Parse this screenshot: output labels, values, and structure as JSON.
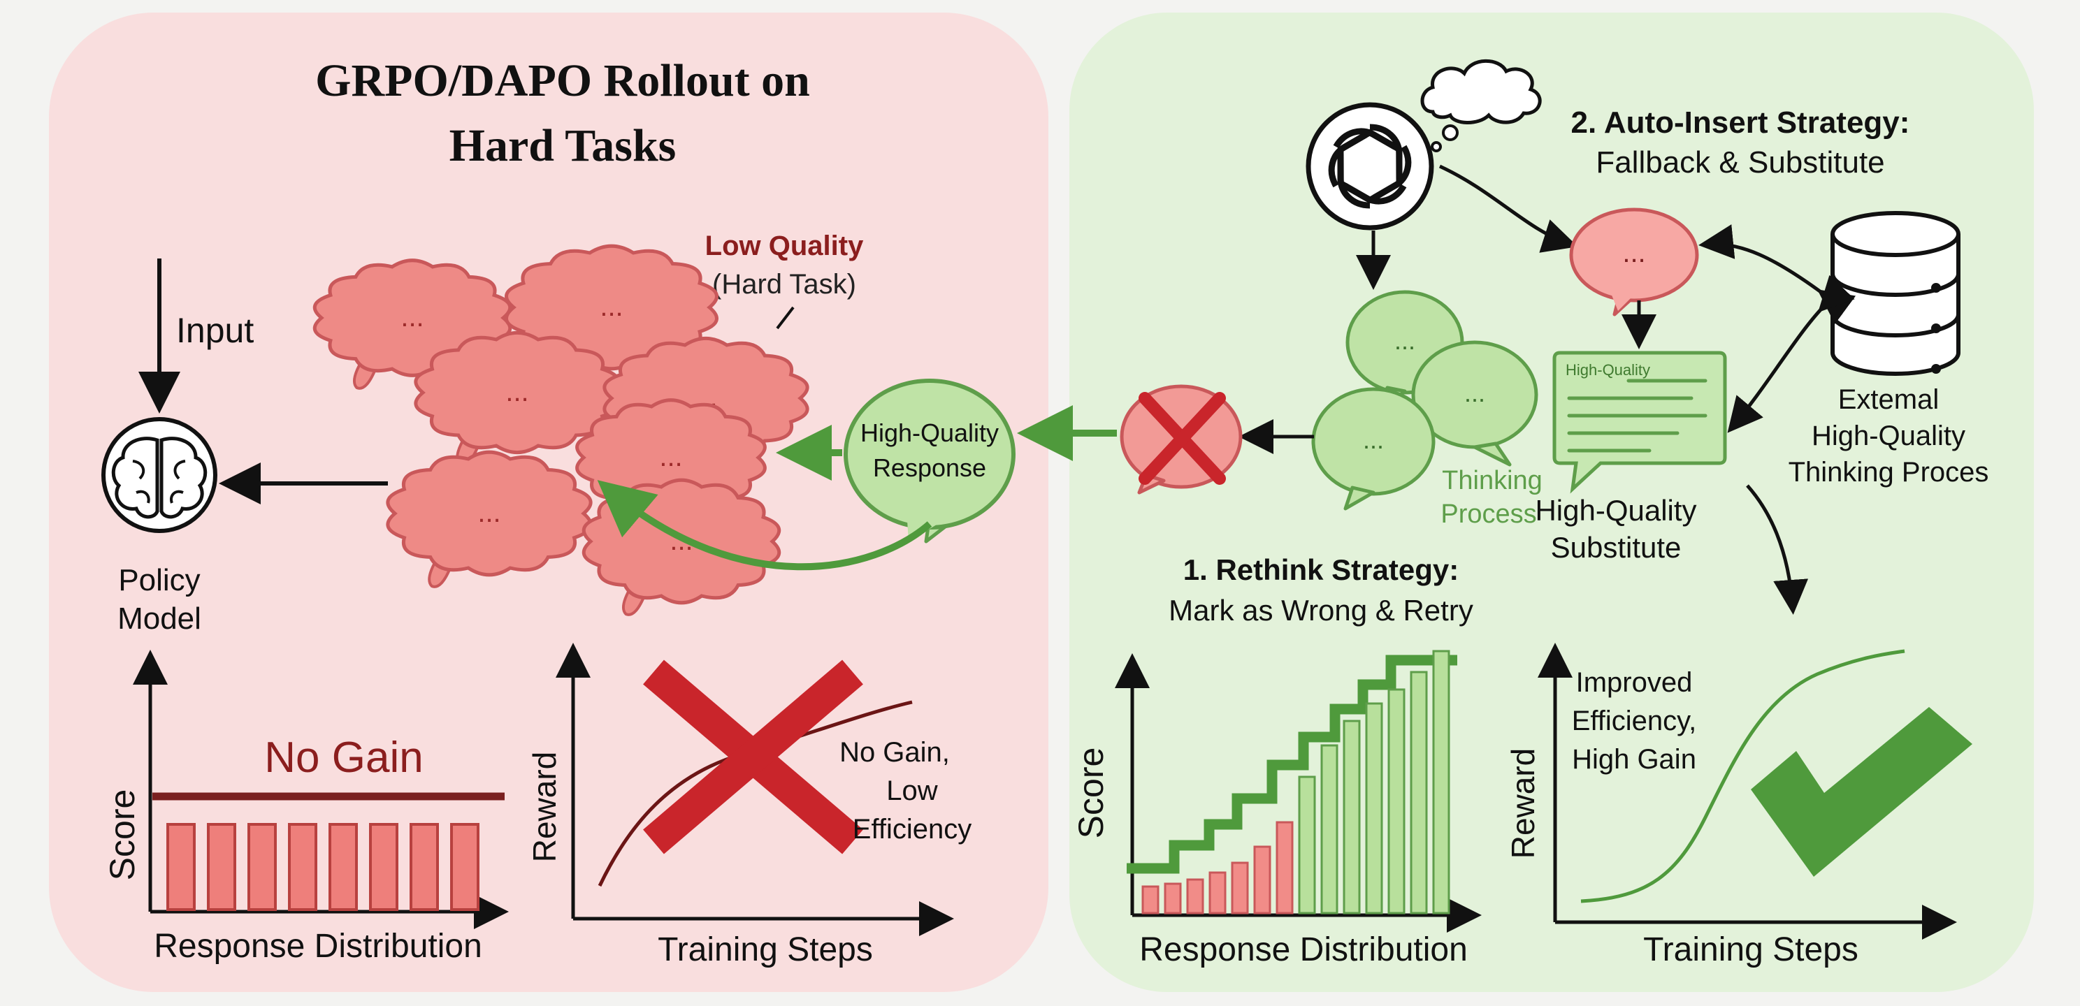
{
  "left_panel": {
    "title_line1": "GRPO/DAPO Rollout on",
    "title_line2": "Hard Tasks",
    "input_label": "Input",
    "policy_line1": "Policy",
    "policy_line2": "Model",
    "low_quality_line1": "Low Quality",
    "low_quality_line2": "(Hard Task)",
    "bubble_dots": "...",
    "hq_response_line1": "High-Quality",
    "hq_response_line2": "Response"
  },
  "left_score_chart": {
    "ylabel": "Score",
    "xlabel": "Response Distribution",
    "annotation": "No Gain"
  },
  "left_reward_chart": {
    "ylabel": "Reward",
    "xlabel": "Training Steps",
    "note_line1": "No Gain,",
    "note_line2": "Low",
    "note_line3": "Efficiency"
  },
  "right_panel": {
    "auto_title": "2. Auto-Insert Strategy:",
    "auto_subtitle": "Fallback & Substitute",
    "bubble_dots": "...",
    "thinking_line1": "Thinking",
    "thinking_line2": "Process",
    "hq_card_label": "High-Quality",
    "hq_sub_line1": "High-Quality",
    "hq_sub_line2": "Substitute",
    "external_line1": "Extemal",
    "external_line2": "High-Quality",
    "external_line3": "Thinking Proces",
    "rethink_title": "1. Rethink Strategy:",
    "rethink_subtitle": "Mark as Wrong & Retry"
  },
  "right_score_chart": {
    "ylabel": "Score",
    "xlabel": "Response Distribution"
  },
  "right_reward_chart": {
    "ylabel": "Reward",
    "xlabel": "Training Steps",
    "note_line1": "Improved",
    "note_line2": "Efficiency,",
    "note_line3": "High Gain"
  },
  "colors": {
    "left_bg": "#f9dede",
    "right_bg": "#e3f2da",
    "red_fill": "#ee8a86",
    "red_stroke": "#c9585a",
    "dark_red": "#7a1f1f",
    "green_fill": "#bfe3a6",
    "green_stroke": "#5e9e4a",
    "cross_red": "#c9252b"
  }
}
